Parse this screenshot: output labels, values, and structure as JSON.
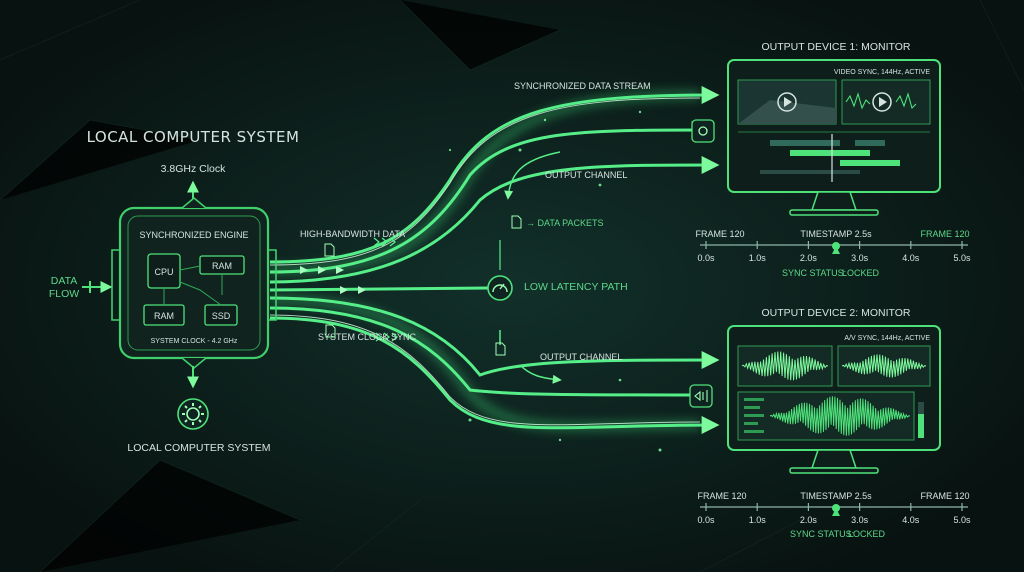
{
  "local": {
    "title": "LOCAL COMPUTER SYSTEM",
    "clock": "3.8GHz Clock",
    "engine": "SYNCHRONIZED ENGINE",
    "cpu": "CPU",
    "ram_top": "RAM",
    "ram_bottom": "RAM",
    "ssd": "SSD",
    "system_clock": "SYSTEM CLOCK - 4.2 GHz",
    "data_flow_1": "DATA",
    "data_flow_2": "FLOW",
    "bottom_title": "LOCAL COMPUTER SYSTEM"
  },
  "paths": {
    "high_bandwidth": "HIGH-BANDWIDTH DATA",
    "system_clock_sync": "SYSTEM CLOCK SYNC",
    "sync_stream": "SYNCHRONIZED DATA STREAM",
    "output_channel_1": "OUTPUT CHANNEL",
    "output_channel_2": "OUTPUT CHANNEL",
    "data_packets": "→ DATA PACKETS",
    "low_latency": "LOW LATENCY PATH"
  },
  "monitor1": {
    "title": "OUTPUT DEVICE 1: MONITOR",
    "status": "VIDEO SYNC, 144Hz, ACTIVE",
    "frame_left": "FRAME 120",
    "timestamp": "TIMESTAMP 2.5s",
    "frame_right": "FRAME 120",
    "ticks": [
      "0.0s",
      "1.0s",
      "2.0s",
      "3.0s",
      "4.0s",
      "5.0s"
    ],
    "sync_label": "SYNC STATUS:",
    "sync_value": "LOCKED"
  },
  "monitor2": {
    "title": "OUTPUT DEVICE 2: MONITOR",
    "status": "A/V SYNC, 144Hz, ACTIVE",
    "frame_left": "FRAME 120",
    "timestamp": "TIMESTAMP 2.5s",
    "frame_right": "FRAME 120",
    "ticks": [
      "0.0s",
      "1.0s",
      "2.0s",
      "3.0s",
      "4.0s",
      "5.0s"
    ],
    "sync_label": "SYNC STATUS:",
    "sync_value": "LOCKED"
  },
  "colors": {
    "accent": "#4ee37a",
    "glow": "#9dffb5",
    "background": "#0b1715",
    "text": "#d6e4df"
  }
}
